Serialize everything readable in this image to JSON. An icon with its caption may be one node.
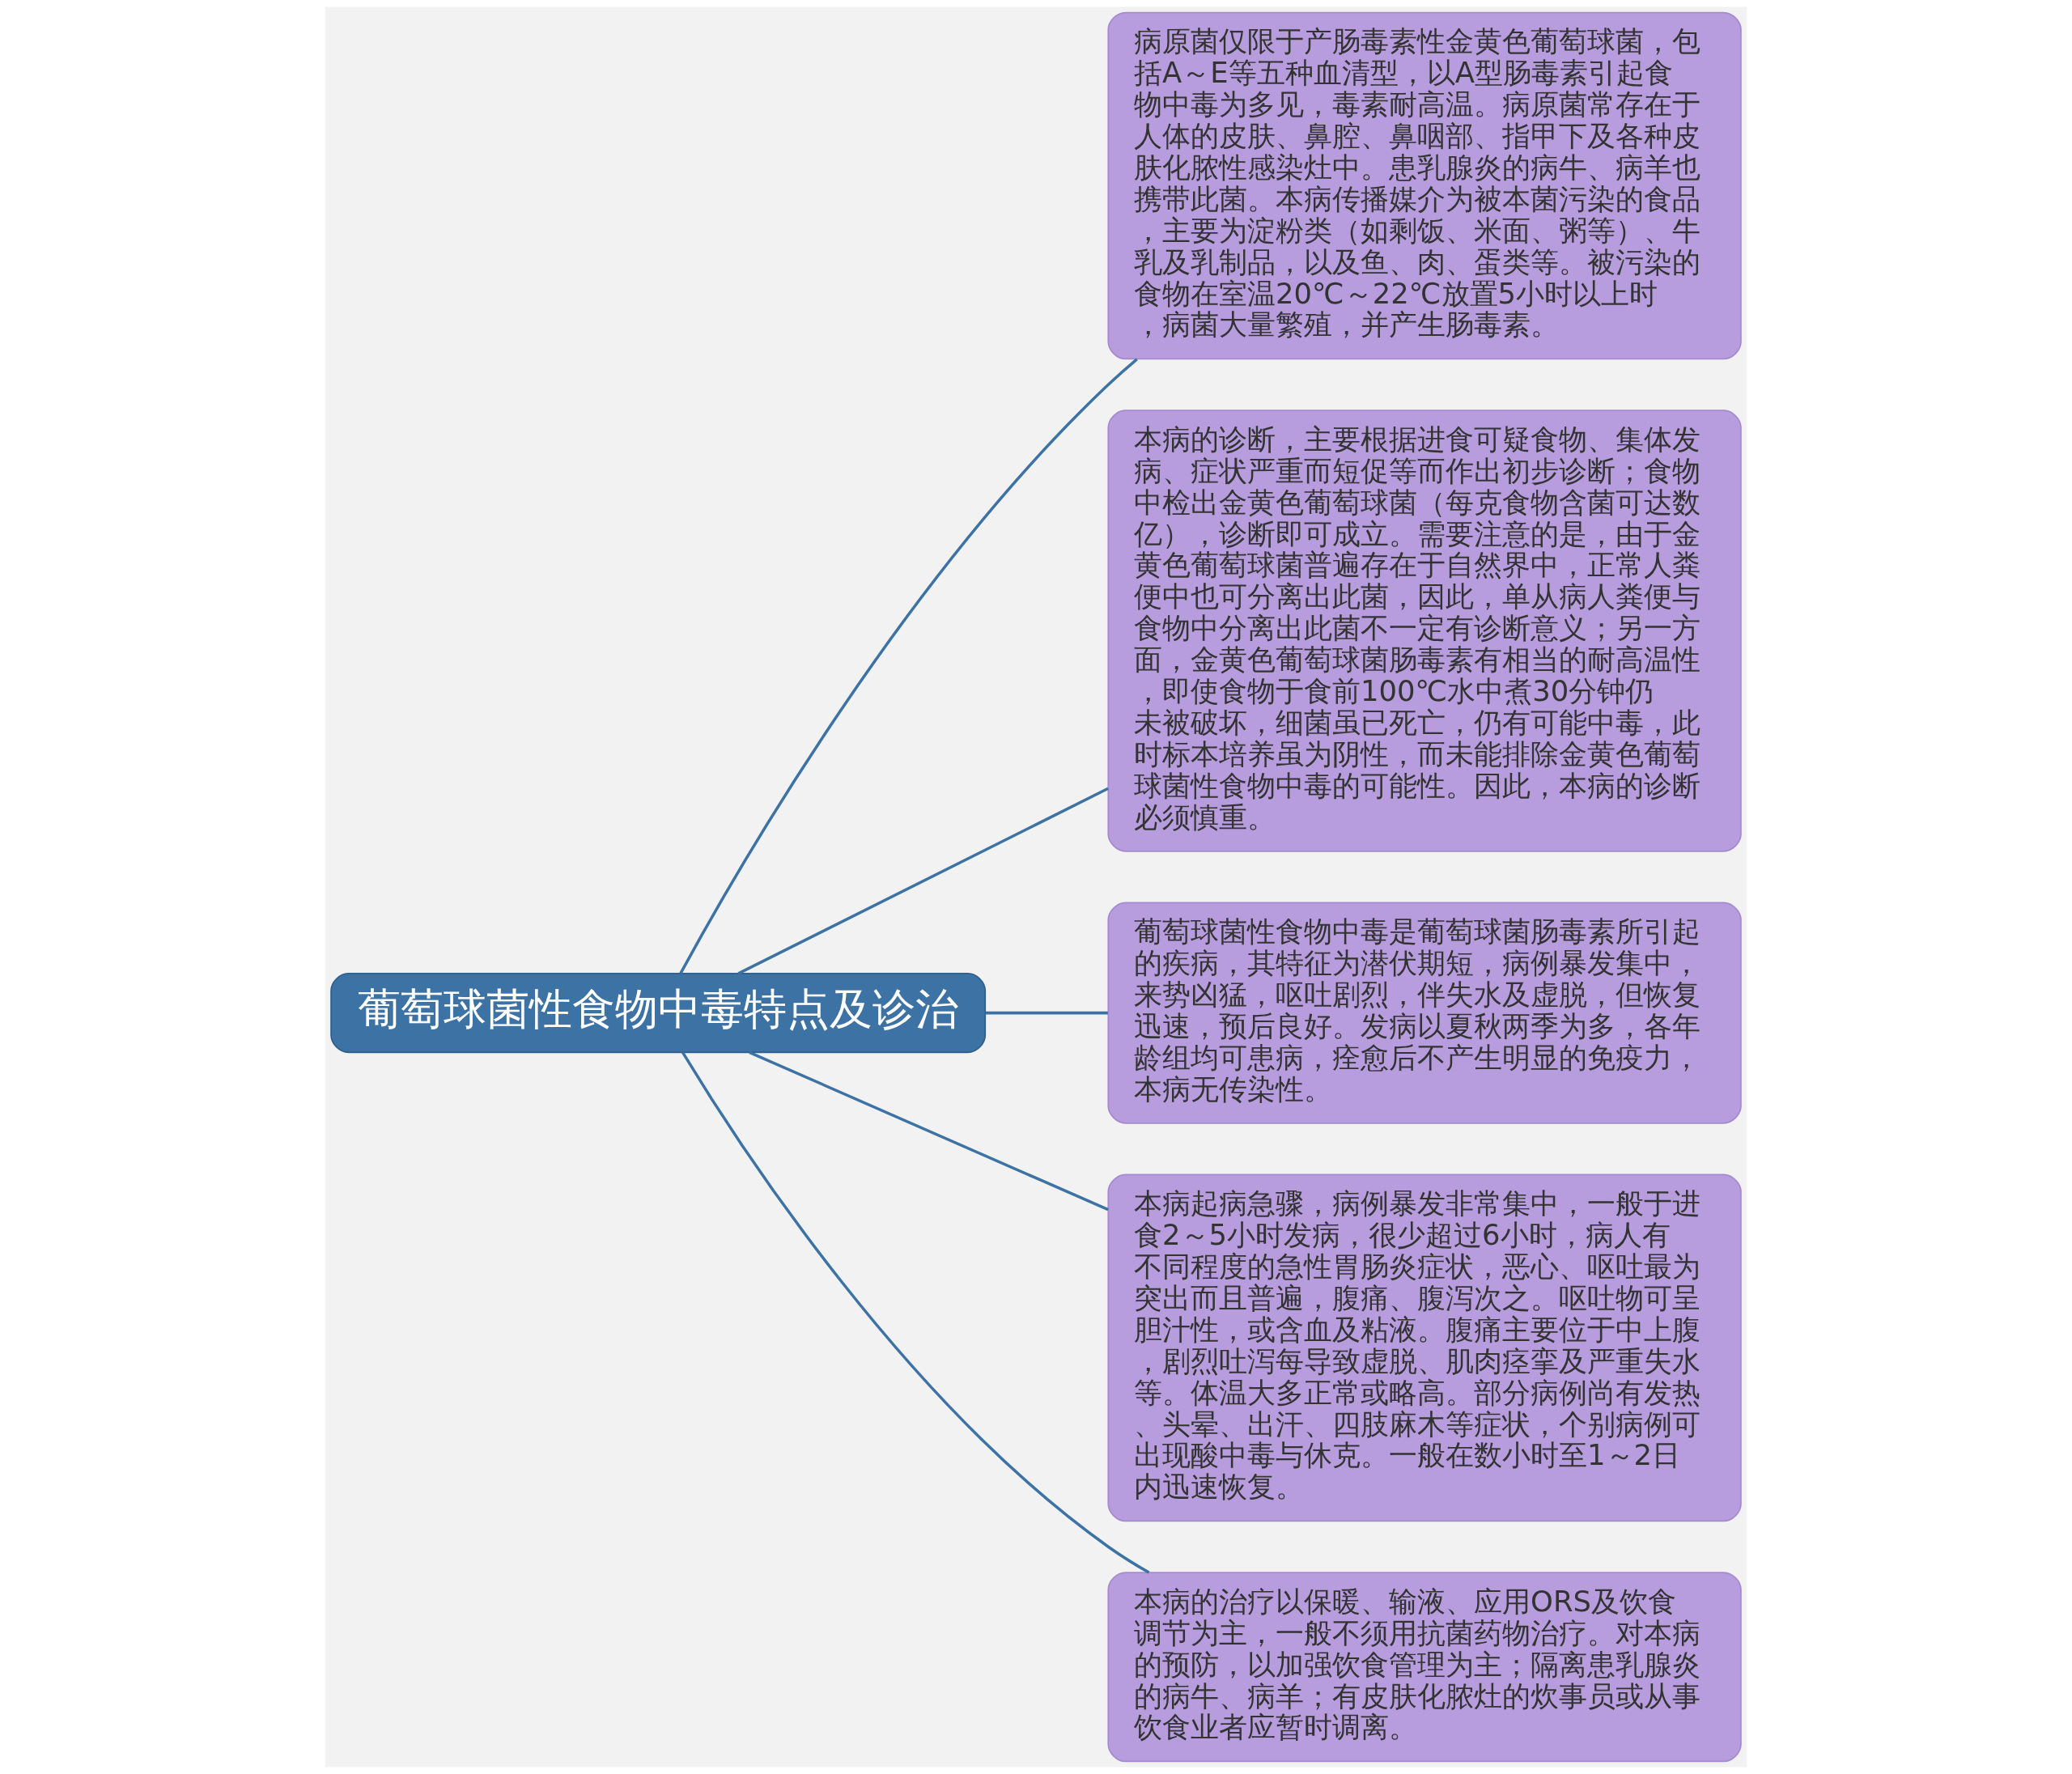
{
  "diagram": {
    "nodes": [
      {
        "text": [
          "葡萄球菌性食物中毒特点及诊治"
        ]
      },
      {
        "text": [
          "病原菌仅限于产肠毒素性金黄色葡萄球菌，包括A～E等五种血清型，以A型肠毒素引起食物中毒为多见，毒素耐高温。病原菌常存在于人体的皮肤、鼻腔、鼻咽部、指甲下及各种皮肤化脓性感染灶中。患乳腺炎的病牛、病羊也携带此菌。本病传播媒介为被本菌污染的食品，主要为淀粉类（如剩饭、米面、粥等）、牛乳及乳制品，以及鱼、肉、蛋类等。被污染的食物在室温20℃～22℃放置5小时以上时，病菌大量繁殖，并产生肠毒素。"
        ]
      },
      {
        "text": [
          "本病的诊断，主要根据进食可疑食物、集体发病、症状严重而短促等而作出初步诊断；食物中检出金黄色葡萄球菌（每克食物含菌可达数亿），诊断即可成立。需要注意的是，由于金黄色葡萄球菌普遍存在于自然界中，正常人粪便中也可分离出此菌，因此，单从病人粪便与食物中分离出此菌不一定有诊断意义；另一方面，金黄色葡萄球菌肠毒素有相当的耐高温性，即使食物于食前100℃水中煮30分钟仍未被破坏，细菌虽已死亡，仍有可能中毒，此时标本培养虽为阴性，而未能排除金黄色葡萄球菌性食物中毒的可能性。因此，本病的诊断必须慎重。"
        ]
      },
      {
        "text": [
          "葡萄球菌性食物中毒是葡萄球菌肠毒素所引起的疾病，其特征为潜伏期短，病例暴发集中，来势凶猛，呕吐剧烈，伴失水及虚脱，但恢复迅速，预后良好。发病以夏秋两季为多，各年龄组均可患病，痊愈后不产生明显的免疫力，本病无传染性。"
        ]
      },
      {
        "text": [
          "本病起病急骤，病例暴发非常集中，一般于进食2～5小时发病，很少超过6小时，病人有不同程度的急性胃肠炎症状，恶心、呕吐最为突出而且普遍，腹痛、腹泻次之。呕吐物可呈胆汁性，或含血及粘液。腹痛主要位于中上腹，剧烈吐泻每导致虚脱、肌肉痉挛及严重失水等。体温大多正常或略高。部分病例尚有发热、头晕、出汗、四肢麻木等症状，个别病例可出现酸中毒与休克。一般在数小时至1～2日内迅速恢复。"
        ]
      },
      {
        "text": [
          "本病的治疗以保暖、输液、应用ORS及饮食调节为主，一般不须用抗菌药物治疗。对本病的预防，以加强饮食管理为主；隔离患乳腺炎的病牛、病羊；有皮肤化脓灶的炊事员或从事饮食业者应暂时调离。"
        ]
      }
    ],
    "edges": [
      {
        "from": 0,
        "to": 1,
        "arrow": "none"
      },
      {
        "from": 0,
        "to": 2,
        "arrow": "none"
      },
      {
        "from": 0,
        "to": 3,
        "arrow": "none"
      },
      {
        "from": 0,
        "to": 4,
        "arrow": "none"
      },
      {
        "from": 0,
        "to": 5,
        "arrow": "none"
      }
    ]
  }
}
